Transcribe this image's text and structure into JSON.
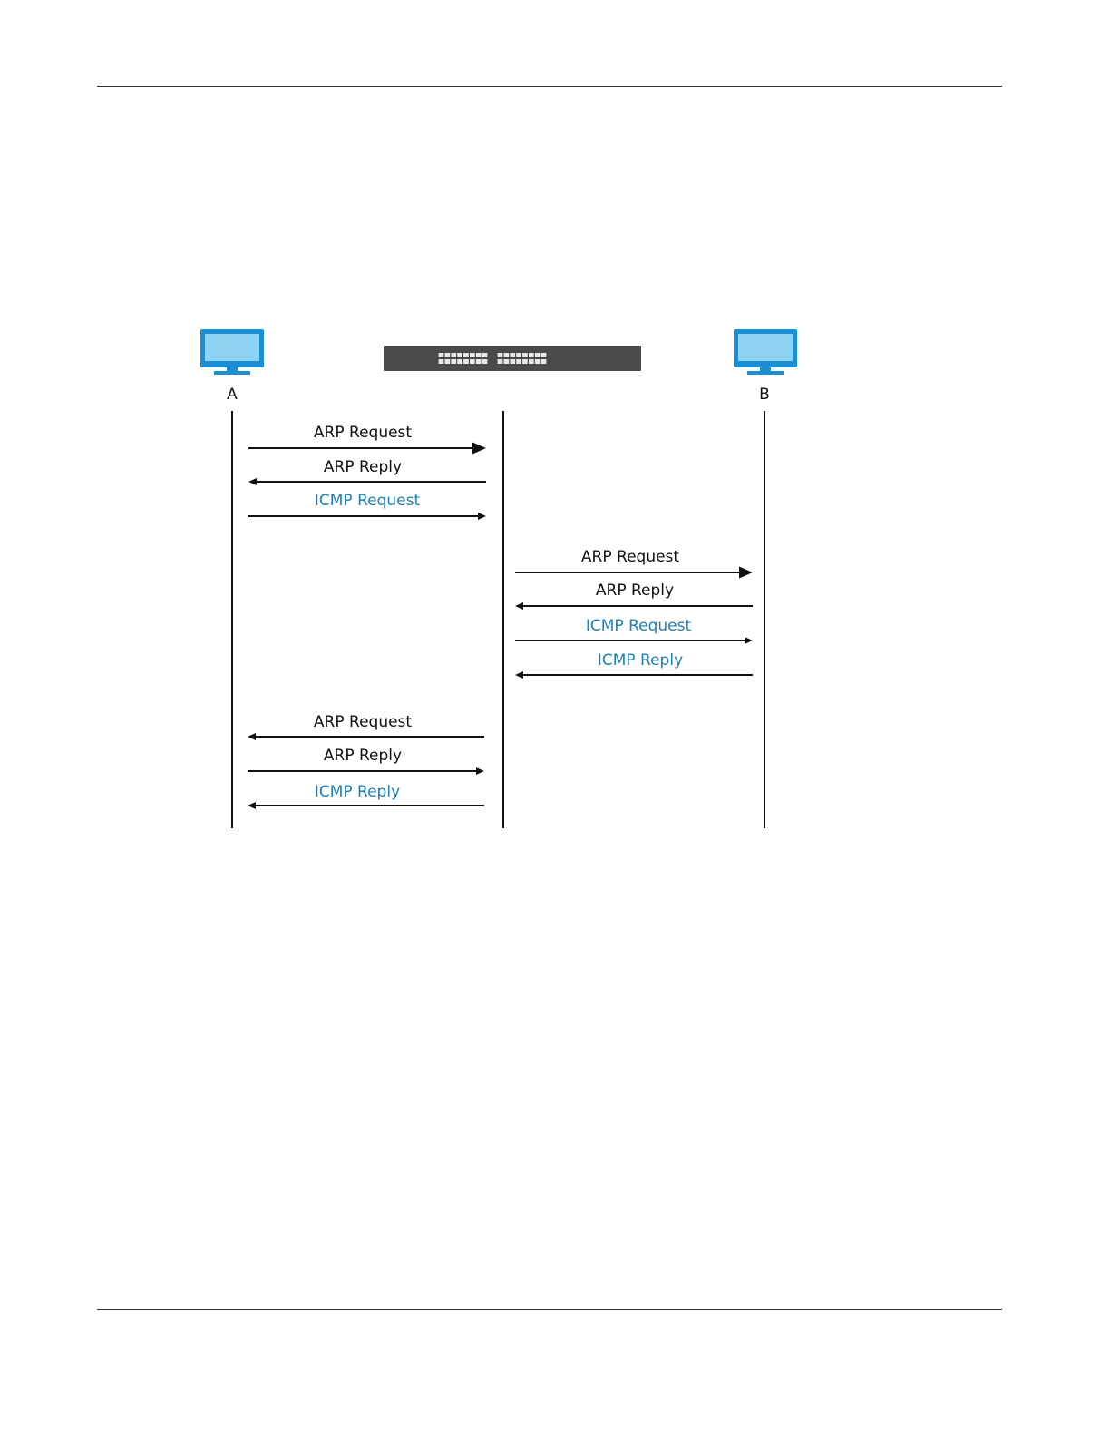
{
  "colors": {
    "black": "#111111",
    "icmp_blue": "#1f7fb6",
    "monitor_blue": "#1a8fd6",
    "monitor_screen": "#8fd3f4",
    "switch_body": "#4a4a4a",
    "switch_ports": "#e8e8e8"
  },
  "nodes": {
    "a": {
      "label": "A",
      "icon": "monitor-icon"
    },
    "switch": {
      "icon": "switch-icon"
    },
    "b": {
      "label": "B",
      "icon": "monitor-icon"
    }
  },
  "messages": [
    {
      "label": "ARP Request",
      "from": "a",
      "to": "switch",
      "kind": "arp",
      "color": "#111111"
    },
    {
      "label": "ARP Reply",
      "from": "switch",
      "to": "a",
      "kind": "arp",
      "color": "#111111"
    },
    {
      "label": "ICMP Request",
      "from": "a",
      "to": "switch",
      "kind": "icmp",
      "color": "#1f7fb6"
    },
    {
      "label": "ARP Request",
      "from": "switch",
      "to": "b",
      "kind": "arp",
      "color": "#111111"
    },
    {
      "label": "ARP Reply",
      "from": "b",
      "to": "switch",
      "kind": "arp",
      "color": "#111111"
    },
    {
      "label": "ICMP Request",
      "from": "switch",
      "to": "b",
      "kind": "icmp",
      "color": "#1f7fb6"
    },
    {
      "label": "ICMP Reply",
      "from": "b",
      "to": "switch",
      "kind": "icmp",
      "color": "#1f7fb6"
    },
    {
      "label": "ARP Request",
      "from": "switch",
      "to": "a",
      "kind": "arp",
      "color": "#111111"
    },
    {
      "label": "ARP Reply",
      "from": "a",
      "to": "switch",
      "kind": "arp",
      "color": "#111111"
    },
    {
      "label": "ICMP Reply",
      "from": "switch",
      "to": "a",
      "kind": "icmp",
      "color": "#1f7fb6"
    }
  ]
}
